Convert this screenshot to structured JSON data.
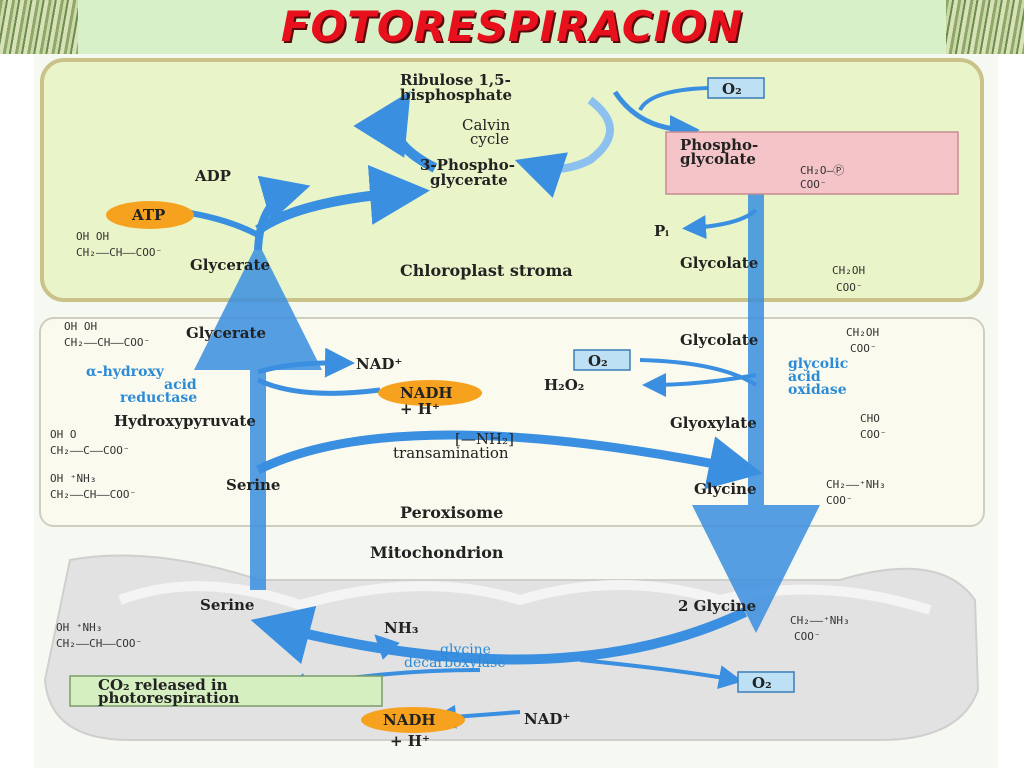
{
  "title": "FOTORESPIRACION",
  "compartments": {
    "chloroplast": "Chloroplast stroma",
    "peroxisome": "Peroxisome",
    "mitochondrion": "Mitochondrion"
  },
  "chloroplast": {
    "rubp": [
      "Ribulose 1,5-",
      "bisphosphate"
    ],
    "calvin": [
      "Calvin",
      "cycle"
    ],
    "pga": [
      "3-Phospho-",
      "glycerate"
    ],
    "o2": "O₂",
    "phosphoglycolate": [
      "Phospho-",
      "glycolate"
    ],
    "phosphoglycolate_formula": [
      "CH₂O—Ⓟ",
      "COO⁻"
    ],
    "pi": "Pᵢ",
    "glycolate": "Glycolate",
    "glycolate_formula": [
      "CH₂OH",
      "COO⁻"
    ],
    "adp": "ADP",
    "atp": "ATP",
    "glycerate": "Glycerate",
    "glycerate_formula": [
      "OH      OH",
      "CH₂——CH——COO⁻"
    ]
  },
  "peroxisome": {
    "glycerate": "Glycerate",
    "glycerate_formula": [
      "OH      OH",
      "CH₂——CH——COO⁻"
    ],
    "enzyme_reductase": [
      "α-hydroxy",
      "acid",
      "reductase"
    ],
    "nad": "NAD⁺",
    "nadh": "NADH",
    "h": "+ H⁺",
    "hydroxypyruvate": "Hydroxypyruvate",
    "hydroxypyruvate_formula": [
      "OH           O",
      "CH₂——C——COO⁻"
    ],
    "transamination": [
      "[—NH₂]",
      "transamination"
    ],
    "serine": "Serine",
    "serine_formula": [
      "OH       ⁺NH₃",
      "CH₂——CH——COO⁻"
    ],
    "glycolate": "Glycolate",
    "glycolate_formula": [
      "CH₂OH",
      "COO⁻"
    ],
    "o2": "O₂",
    "h2o2": "H₂O₂",
    "enzyme_oxidase": [
      "glycolic",
      "acid",
      "oxidase"
    ],
    "glyoxylate": "Glyoxylate",
    "glyoxylate_formula": [
      "CHO",
      "COO⁻"
    ],
    "glycine": "Glycine",
    "glycine_formula": [
      "CH₂——⁺NH₃",
      "COO⁻"
    ]
  },
  "mitochondrion": {
    "serine": "Serine",
    "serine_formula": [
      "OH       ⁺NH₃",
      "CH₂——CH——COO⁻"
    ],
    "nh3": "NH₃",
    "enzyme": [
      "glycine",
      "decarboxylase"
    ],
    "co2_box": [
      "CO₂ released in",
      "photorespiration"
    ],
    "nadh": "NADH",
    "h": "+ H⁺",
    "nad": "NAD⁺",
    "o2": "O₂",
    "two_glycine": "2 Glycine",
    "glycine_formula": [
      "CH₂——⁺NH₃",
      "COO⁻"
    ]
  },
  "colors": {
    "title": "#e8101c",
    "arrow": "#3a8fe0",
    "chloroplast_fill": "#e9f5c9",
    "peroxisome_fill": "#fbfaee",
    "mito_fill": "#e2e2e2",
    "orange_pill": "#f6a21e",
    "o2_box": "#bde0f5",
    "pink_box": "#f5c4c8",
    "co2_box": "#d6efc1",
    "enzyme_text": "#2b8bd6"
  }
}
